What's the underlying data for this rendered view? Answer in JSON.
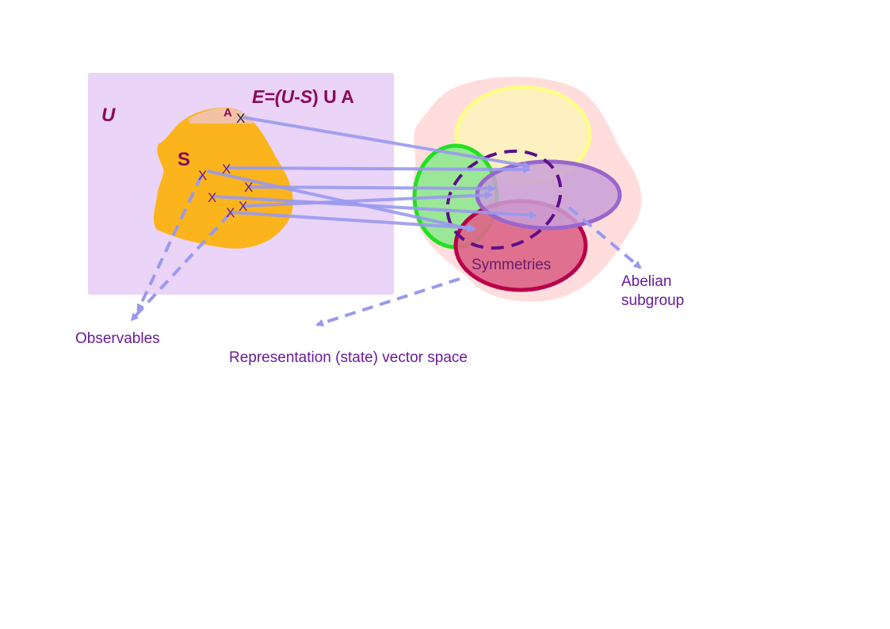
{
  "diagram": {
    "universe_label": "U",
    "environment_formula": {
      "e": "E",
      "eq_open": "=(",
      "u": "U",
      "minus": "-",
      "s": "S",
      "close_union": ") U A"
    },
    "set_s_label": "S",
    "set_a_label": "A",
    "point_marker": "X",
    "symmetries_label": "Symmetries",
    "abelian_label_line1": "Abelian",
    "abelian_label_line2": "subgroup",
    "observables_label": "Observables",
    "representation_label": "Representation (state) vector space"
  },
  "colors": {
    "universe_fill": "#ead4f7",
    "set_s_fill": "#fbb41c",
    "set_a_fill": "#f3c2a6",
    "representation_blob": "#ffdddd",
    "yellow_ellipse_fill": "#fdf1c1",
    "yellow_ellipse_stroke": "#fdfd8a",
    "green_ellipse_fill": "#8fe88f",
    "green_ellipse_stroke": "#22e022",
    "red_ellipse_fill": "#dd6688",
    "red_ellipse_stroke": "#b8004a",
    "abelian_ellipse_fill": "#c9a0d8",
    "abelian_ellipse_stroke": "#9966cc",
    "dashed_ellipse_stroke": "#5c0f8a",
    "arrow_color": "#9999ee",
    "text_purple": "#6a1b9a",
    "text_maroon": "#8b0a5a"
  }
}
